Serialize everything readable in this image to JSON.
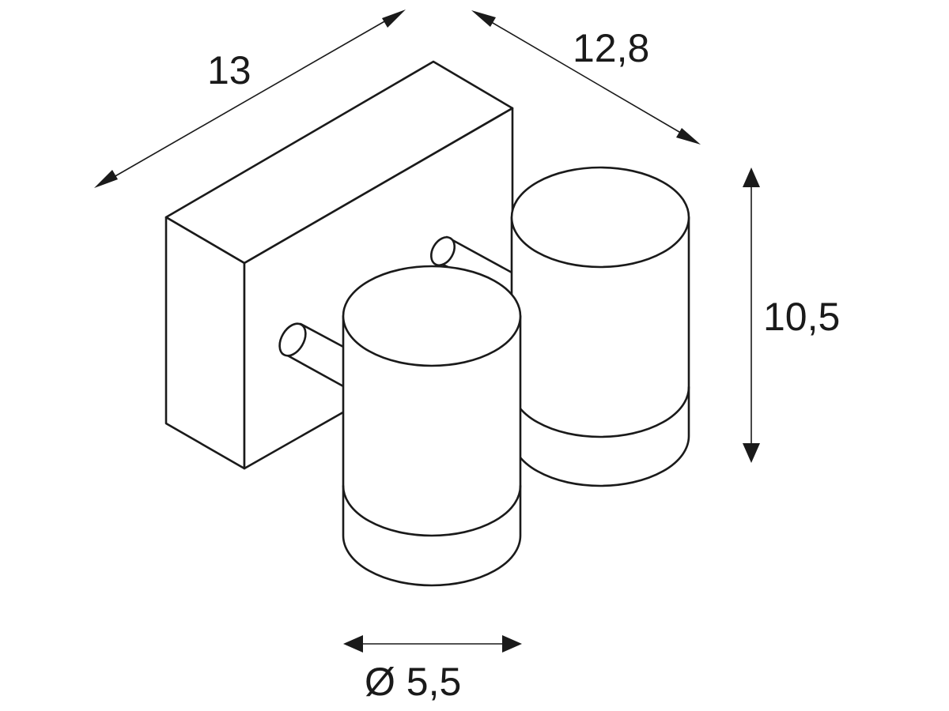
{
  "diagram": {
    "dimensions": {
      "width": "13",
      "depth": "12,8",
      "height": "10,5",
      "diameter": "Ø 5,5"
    },
    "colors": {
      "line": "#1a1a1a",
      "background": "#ffffff"
    }
  }
}
